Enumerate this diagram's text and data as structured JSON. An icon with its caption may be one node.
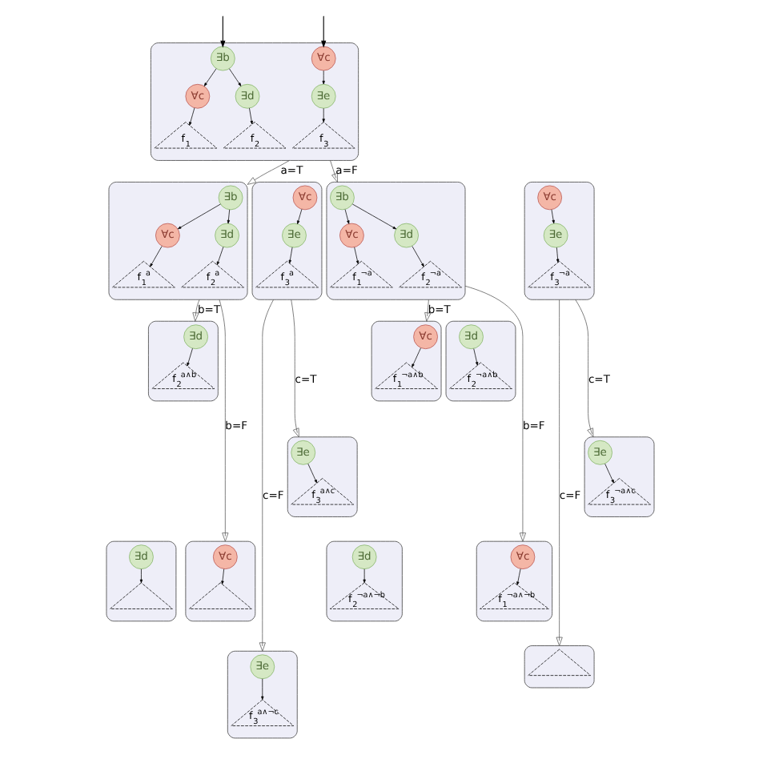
{
  "diagram": {
    "nodes": [
      {
        "text": [],
        "shape": "box"
      },
      {
        "text": [
          "∃b"
        ],
        "in": 0
      },
      {
        "text": [
          "∀c"
        ],
        "in": 0
      },
      {
        "text": [
          "∀c"
        ],
        "in": 0
      },
      {
        "text": [
          "∃d"
        ],
        "in": 0
      },
      {
        "text": [
          "∃e"
        ],
        "in": 0
      },
      {
        "text": [
          "f$_{1}$"
        ],
        "in": 0
      },
      {
        "text": [
          "f$_{2}$"
        ],
        "in": 0
      },
      {
        "text": [
          "f$_{3}$"
        ],
        "in": 0
      },
      {
        "text": [],
        "shape": "box"
      },
      {
        "text": [
          "∃b"
        ],
        "in": 9
      },
      {
        "text": [
          "∀c"
        ],
        "in": 9
      },
      {
        "text": [
          "∃d"
        ],
        "in": 9
      },
      {
        "text": [
          "f$_{1}$$^{a}$"
        ],
        "in": 9
      },
      {
        "text": [
          "f$_{2}$$^{a}$"
        ],
        "in": 9
      },
      {
        "text": [],
        "shape": "box"
      },
      {
        "text": [
          "∀c"
        ],
        "in": 15
      },
      {
        "text": [
          "∃e"
        ],
        "in": 15
      },
      {
        "text": [
          "f$_{3}$$^{a}$"
        ],
        "in": 15
      },
      {
        "text": [],
        "shape": "box"
      },
      {
        "text": [
          "∃b"
        ],
        "in": 19
      },
      {
        "text": [
          "∀c"
        ],
        "in": 19
      },
      {
        "text": [
          "∃d"
        ],
        "in": 19
      },
      {
        "text": [
          "f$_{1}$$^{¬a}$"
        ],
        "in": 19
      },
      {
        "text": [
          "f$_{2}$$^{¬a}$"
        ],
        "in": 19
      },
      {
        "text": [],
        "shape": "box"
      },
      {
        "text": [
          "∀c"
        ],
        "in": 25
      },
      {
        "text": [
          "∃e"
        ],
        "in": 25
      },
      {
        "text": [
          "f$_{3}$$^{¬a}$"
        ],
        "in": 25
      },
      {
        "text": [],
        "shape": "box"
      },
      {
        "text": [
          "∃d"
        ],
        "in": 29
      },
      {
        "text": [
          "f$_{2}$$^{a∧b}$"
        ],
        "in": 29
      },
      {
        "text": [],
        "shape": "box"
      },
      {
        "text": [
          "∃e"
        ],
        "in": 32
      },
      {
        "text": [
          "f$_{3}$$^{a∧c}$"
        ],
        "in": 32
      },
      {
        "text": [],
        "shape": "box"
      },
      {
        "text": [
          "∀c"
        ],
        "in": 35
      },
      {
        "text": [
          "f$_{1}$$^{¬a∧b}$"
        ],
        "in": 35
      },
      {
        "text": [],
        "shape": "box"
      },
      {
        "text": [
          "∃d"
        ],
        "in": 38
      },
      {
        "text": [
          "f$_{2}$$^{¬a∧b}$"
        ],
        "in": 38
      },
      {
        "text": [],
        "shape": "box"
      },
      {
        "text": [
          "∃e"
        ],
        "in": 41
      },
      {
        "text": [
          "f$_{3}$$^{¬a∧c}$"
        ],
        "in": 41
      },
      {
        "text": [],
        "shape": "box"
      },
      {
        "text": [
          "∀c"
        ],
        "in": 44
      },
      {
        "text": [],
        "shape": "triangle",
        "in": 44
      },
      {
        "text": [],
        "shape": "box"
      },
      {
        "text": [
          "∃d"
        ],
        "in": 47
      },
      {
        "text": [],
        "shape": "triangle",
        "in": 47
      },
      {
        "text": [],
        "shape": "box"
      },
      {
        "text": [
          "∃e"
        ],
        "in": 50
      },
      {
        "text": [
          "f$_{3}$$^{a∧¬c}$"
        ],
        "in": 50
      },
      {
        "text": [],
        "shape": "box"
      },
      {
        "text": [
          "∀c"
        ],
        "in": 53
      },
      {
        "text": [
          "f$_{1}$$^{¬a∧¬b}$"
        ],
        "in": 53
      },
      {
        "text": [],
        "shape": "box"
      },
      {
        "text": [
          "∃d"
        ],
        "in": 56
      },
      {
        "text": [
          "f$_{2}$$^{¬a∧¬b}$"
        ],
        "in": 56
      },
      {
        "text": [],
        "shape": "box"
      },
      {
        "text": [],
        "shape": "triangle",
        "in": 59
      }
    ],
    "edges": [
      {
        "from": null,
        "to": 1,
        "arrow": "to"
      },
      {
        "from": null,
        "to": 2,
        "arrow": "to"
      },
      {
        "from": 1,
        "to": 3,
        "arrow": "to"
      },
      {
        "from": 1,
        "to": 4,
        "arrow": "to"
      },
      {
        "from": 2,
        "to": 5,
        "arrow": "to"
      },
      {
        "from": 3,
        "to": 6,
        "arrow": "to"
      },
      {
        "from": 4,
        "to": 7,
        "arrow": "to"
      },
      {
        "from": 5,
        "to": 8,
        "arrow": "to"
      },
      {
        "from": 10,
        "to": 11,
        "arrow": "to"
      },
      {
        "from": 10,
        "to": 12,
        "arrow": "to"
      },
      {
        "from": 11,
        "to": 13,
        "arrow": "to"
      },
      {
        "from": 12,
        "to": 14,
        "arrow": "to"
      },
      {
        "from": 16,
        "to": 17,
        "arrow": "to"
      },
      {
        "from": 17,
        "to": 18,
        "arrow": "to"
      },
      {
        "from": 20,
        "to": 21,
        "arrow": "to"
      },
      {
        "from": 20,
        "to": 22,
        "arrow": "to"
      },
      {
        "from": 21,
        "to": 23,
        "arrow": "to"
      },
      {
        "from": 22,
        "to": 24,
        "arrow": "to"
      },
      {
        "from": 26,
        "to": 27,
        "arrow": "to"
      },
      {
        "from": 27,
        "to": 28,
        "arrow": "to"
      },
      {
        "from": 30,
        "to": 31,
        "arrow": "to"
      },
      {
        "from": 33,
        "to": 34,
        "arrow": "to"
      },
      {
        "from": 36,
        "to": 37,
        "arrow": "to"
      },
      {
        "from": 39,
        "to": 40,
        "arrow": "to"
      },
      {
        "from": 42,
        "to": 43,
        "arrow": "to"
      },
      {
        "from": 45,
        "to": 46,
        "arrow": "to"
      },
      {
        "from": 48,
        "to": 49,
        "arrow": "to"
      },
      {
        "from": 51,
        "to": 52,
        "arrow": "to"
      },
      {
        "from": 54,
        "to": 55,
        "arrow": "to"
      },
      {
        "from": 57,
        "to": 58,
        "arrow": "to"
      },
      {
        "from": 0,
        "to": 9,
        "arrow": "to",
        "label": "a=T",
        "color": "#555555"
      },
      {
        "from": 0,
        "to": 19,
        "arrow": "to",
        "label": "a=F",
        "color": "#555555"
      },
      {
        "from": 9,
        "to": 29,
        "arrow": "to",
        "label": "b=T",
        "color": "#555555"
      },
      {
        "from": 9,
        "to": 44,
        "arrow": "to",
        "label": "b=F",
        "color": "#555555"
      },
      {
        "from": 15,
        "to": 32,
        "arrow": "to",
        "label": "c=T",
        "color": "#555555"
      },
      {
        "from": 15,
        "to": 50,
        "arrow": "to",
        "label": "c=F",
        "color": "#555555"
      },
      {
        "from": 19,
        "to": 35,
        "arrow": "to",
        "label": "b=T",
        "color": "#555555"
      },
      {
        "from": 19,
        "to": 53,
        "arrow": "to",
        "label": "b=F",
        "color": "#555555"
      },
      {
        "from": 25,
        "to": 41,
        "arrow": "to",
        "label": "c=T",
        "color": "#555555"
      },
      {
        "from": 25,
        "to": 59,
        "arrow": "to",
        "label": "c=F",
        "color": "#555555"
      }
    ]
  }
}
